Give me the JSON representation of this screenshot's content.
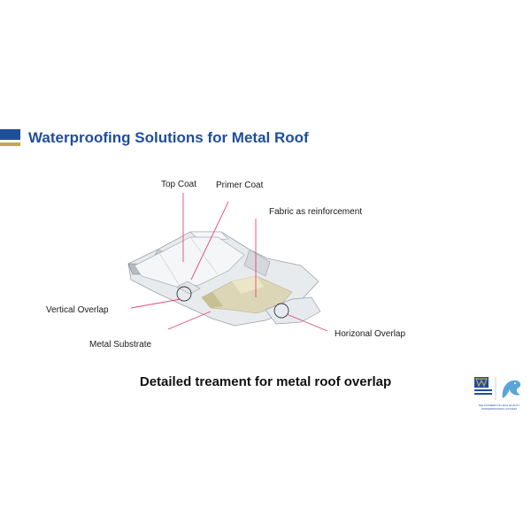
{
  "slide": {
    "title": "Waterproofing Solutions for Metal Roof",
    "caption": "Detailed treament for metal roof overlap"
  },
  "labels": {
    "top_coat": "Top Coat",
    "primer_coat": "Primer Coat",
    "fabric": "Fabric as reinforcement",
    "vertical_overlap": "Vertical Overlap",
    "metal_substrate": "Metal Substrate",
    "horizontal_overlap": "Horizonal Overlap"
  },
  "logo": {
    "tagline": "THE PIONEER OF HIGH QUALITY WATERPROOFING SYSTEM"
  },
  "colors": {
    "brand_blue": "#1f4e9c",
    "brand_gold": "#c9a44a",
    "leader_line": "#e0497a",
    "fabric": "#d9d3b2",
    "metal": "#e6e9ec"
  }
}
